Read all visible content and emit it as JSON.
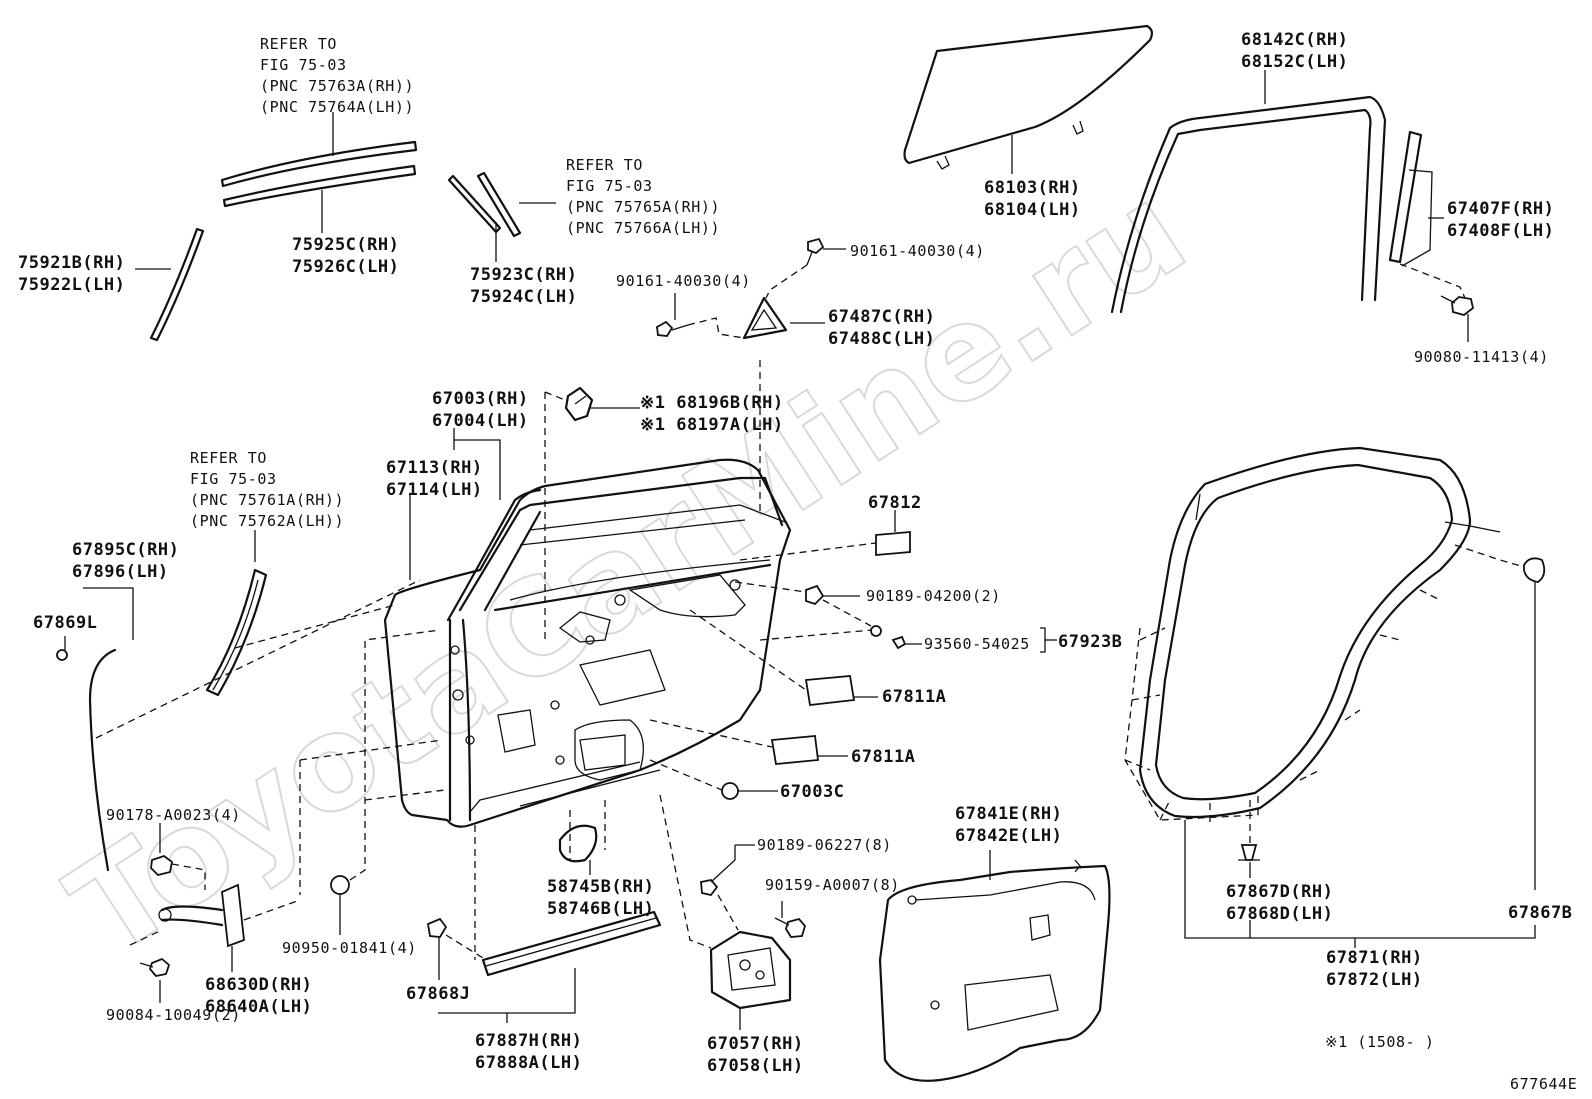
{
  "watermark": "ToyotaCarMine.ru",
  "diagram_id": "677644E",
  "footnote": "※1 (1508-    )",
  "references": [
    [
      "REFER TO",
      "FIG 75-03",
      "(PNC 75763A(RH))",
      "(PNC 75764A(LH))"
    ],
    [
      "REFER TO",
      "FIG 75-03",
      "(PNC 75765A(RH))",
      "(PNC 75766A(LH))"
    ],
    [
      "REFER TO",
      "FIG 75-03",
      "(PNC 75761A(RH))",
      "(PNC 75762A(LH))"
    ]
  ],
  "labels": {
    "p75921": [
      "75921B(RH)",
      "75922L(LH)"
    ],
    "p75925": [
      "75925C(RH)",
      "75926C(LH)"
    ],
    "p75923": [
      "75923C(RH)",
      "75924C(LH)"
    ],
    "p68103": [
      "68103(RH)",
      "68104(LH)"
    ],
    "p68142": [
      "68142C(RH)",
      "68152C(LH)"
    ],
    "p67407": [
      "67407F(RH)",
      "67408F(LH)"
    ],
    "p90080": "90080-11413(4)",
    "p90161a": "90161-40030(4)",
    "p90161b": "90161-40030(4)",
    "p67487": [
      "67487C(RH)",
      "67488C(LH)"
    ],
    "p67003": [
      "67003(RH)",
      "67004(LH)"
    ],
    "p68196": [
      "※1 68196B(RH)",
      "※1 68197A(LH)"
    ],
    "p67113": [
      "67113(RH)",
      "67114(LH)"
    ],
    "p67812": "67812",
    "p90189a": "90189-04200(2)",
    "p93560": "93560-54025",
    "p67923": "67923B",
    "p67811a": "67811A",
    "p67811b": "67811A",
    "p67003c": "67003C",
    "p67895": [
      "67895C(RH)",
      "67896(LH)"
    ],
    "p67869": "67869L",
    "p90178": "90178-A0023(4)",
    "p90950": "90950-01841(4)",
    "p68630": [
      "68630D(RH)",
      "68640A(LH)"
    ],
    "p90084": "90084-10049(2)",
    "p67868j": "67868J",
    "p67887": [
      "67887H(RH)",
      "67888A(LH)"
    ],
    "p58745": [
      "58745B(RH)",
      "58746B(LH)"
    ],
    "p90189b": "90189-06227(8)",
    "p90159": "90159-A0007(8)",
    "p67057": [
      "67057(RH)",
      "67058(LH)"
    ],
    "p67841": [
      "67841E(RH)",
      "67842E(LH)"
    ],
    "p67867d": [
      "67867D(RH)",
      "67868D(LH)"
    ],
    "p67867b": "67867B",
    "p67871": [
      "67871(RH)",
      "67872(LH)"
    ]
  }
}
